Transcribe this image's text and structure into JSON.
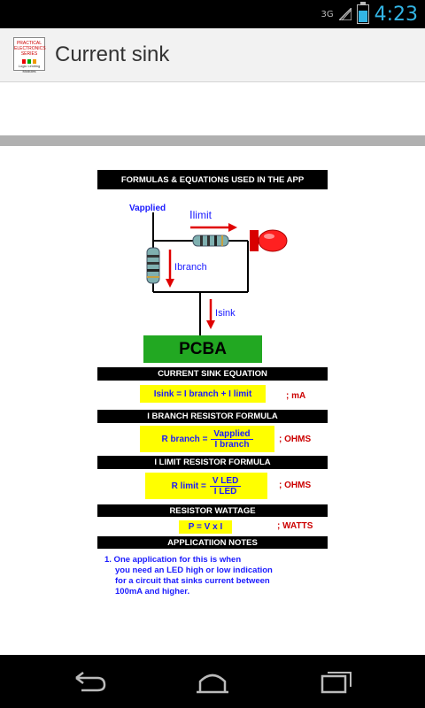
{
  "status": {
    "network": "3G",
    "time": "4:23",
    "battery_level": 0.7
  },
  "app": {
    "title": "Current sink",
    "icon_text": [
      "PRACTICAL",
      "ELECTRONICS",
      "SERIES"
    ],
    "icon_subtext": "Logic Limiting Modules"
  },
  "diagram": {
    "header": "FORMULAS & EQUATIONS USED IN THE APP",
    "vapplied": "Vapplied",
    "ilimit_main": "I",
    "ilimit_sub": "limit",
    "ibranch_main": "I",
    "ibranch_sub": "branch",
    "isink_main": "I",
    "isink_sub": "sink",
    "pcba": "PCBA"
  },
  "sections": {
    "current_sink": {
      "header": "CURRENT SINK EQUATION",
      "formula": "Isink = I branch + I limit",
      "unit": "; mA"
    },
    "ibranch": {
      "header": "I BRANCH RESISTOR FORMULA",
      "lhs": "R branch =",
      "num": "Vapplied",
      "den": "I branch",
      "unit": "; OHMS"
    },
    "ilimit": {
      "header": "I LIMIT RESISTOR FORMULA",
      "lhs": "R limit =",
      "num": "V LED",
      "den": "I LED",
      "unit": "; OHMS"
    },
    "wattage": {
      "header": "RESISTOR WATTAGE",
      "formula": "P = V x I",
      "unit": "; WATTS"
    },
    "notes": {
      "header": "APPLICATIION NOTES",
      "items": [
        "1. One application for this is when",
        "you need an LED high or low indication",
        "for a circuit that sinks current between",
        "100mA and higher."
      ]
    }
  }
}
